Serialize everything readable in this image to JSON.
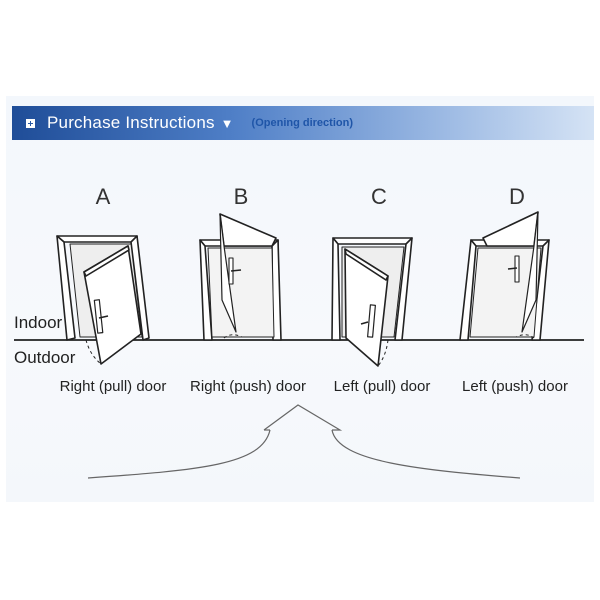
{
  "header": {
    "title": "Purchase Instructions",
    "subtitle": "(Opening direction)"
  },
  "sides": {
    "indoor": "Indoor",
    "outdoor": "Outdoor"
  },
  "doors": [
    {
      "letter": "A",
      "label": "Right (pull) door"
    },
    {
      "letter": "B",
      "label": "Right (push) door"
    },
    {
      "letter": "C",
      "label": "Left (pull) door"
    },
    {
      "letter": "D",
      "label": "Left (push) door"
    }
  ],
  "colors": {
    "header_dark": "#1f4d98",
    "header_light": "#d5e3f5",
    "line": "#222222"
  }
}
